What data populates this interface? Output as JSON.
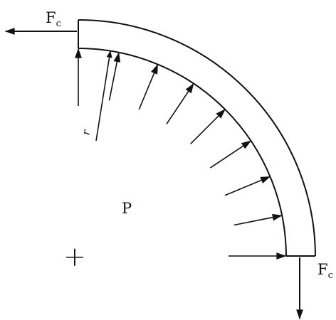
{
  "diagram": {
    "force_symbol": "F",
    "force_subscript": "c",
    "pressure_label": "P",
    "radius_label": "r",
    "center_marker": "+",
    "ink_color": "#111111",
    "background_color": "#ffffff",
    "pressure_arrow_count": 9
  }
}
